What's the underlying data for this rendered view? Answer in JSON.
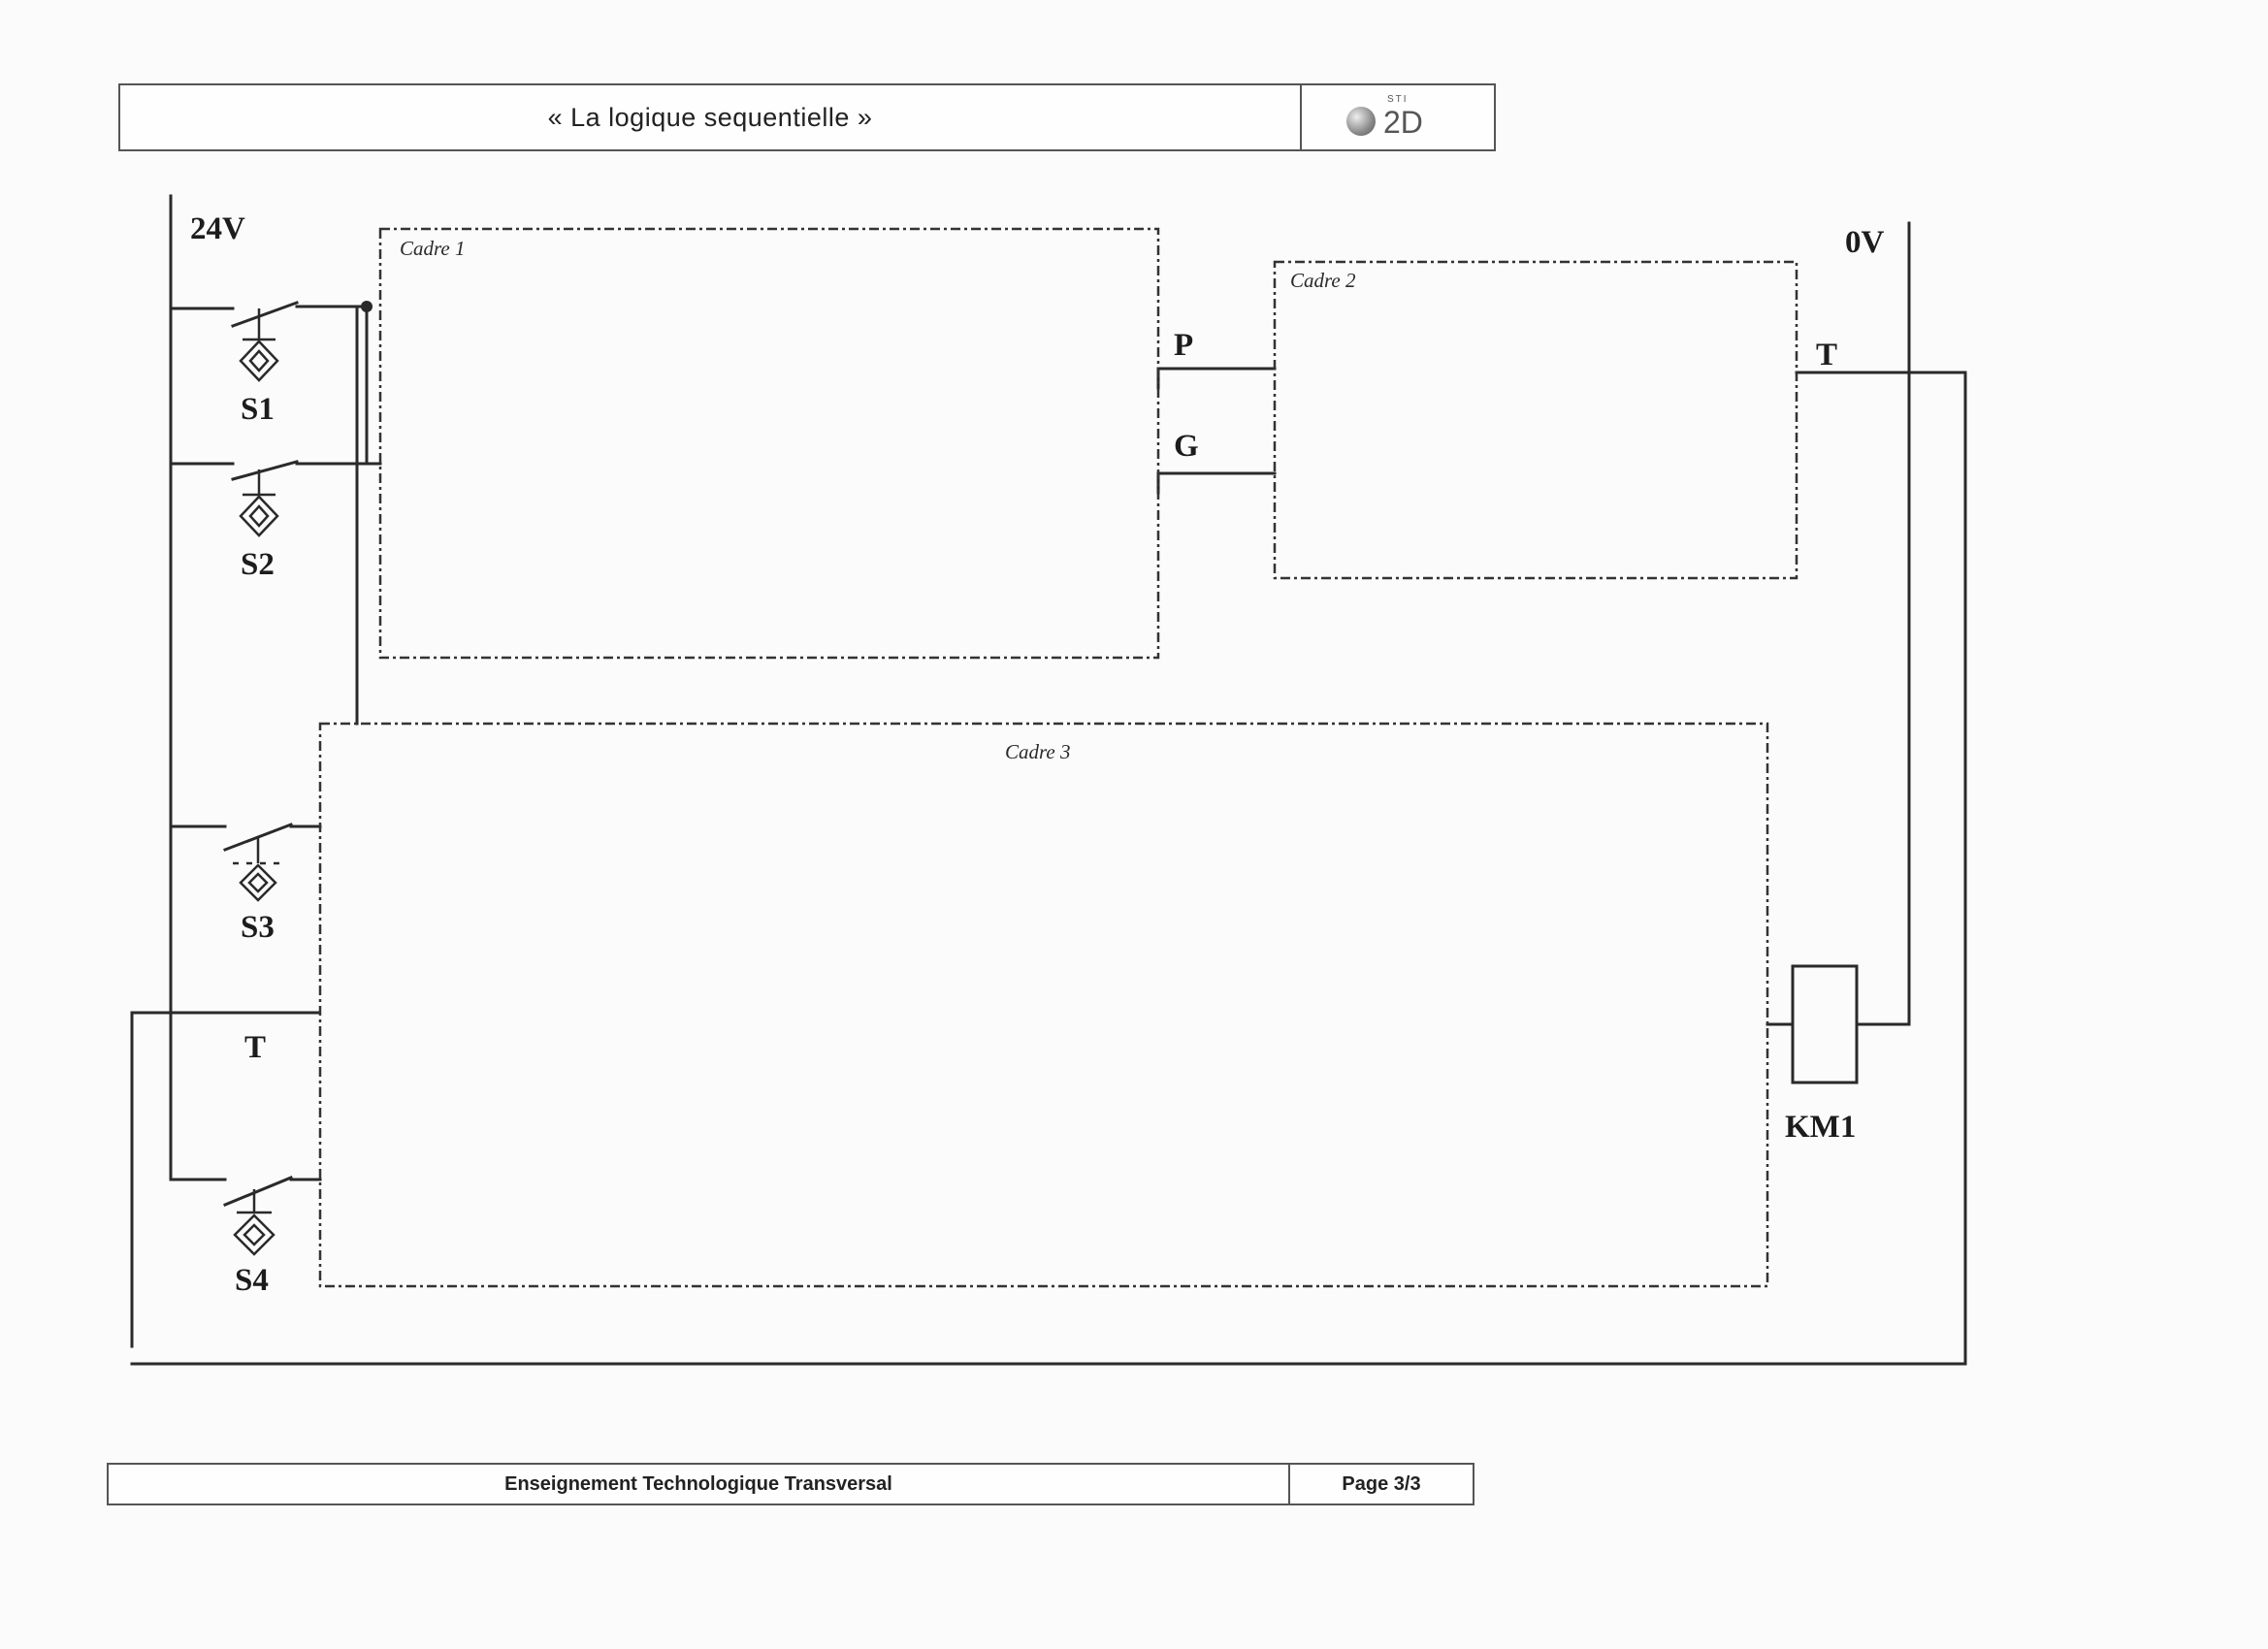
{
  "header": {
    "title": "« La logique sequentielle »",
    "logo": {
      "sti": "STI",
      "text": "2D",
      "icon": "globe-icon"
    }
  },
  "footer": {
    "left": "Enseignement Technologique Transversal",
    "right": "Page 3/3"
  },
  "diagram": {
    "supply_positive": "24V",
    "supply_negative": "0V",
    "frames": {
      "cadre1": "Cadre 1",
      "cadre2": "Cadre 2",
      "cadre3": "Cadre 3"
    },
    "switches": {
      "s1": "S1",
      "s2": "S2",
      "s3": "S3",
      "t": "T",
      "s4": "S4"
    },
    "signals": {
      "p": "P",
      "g": "G",
      "t_out": "T"
    },
    "coil": "KM1"
  }
}
